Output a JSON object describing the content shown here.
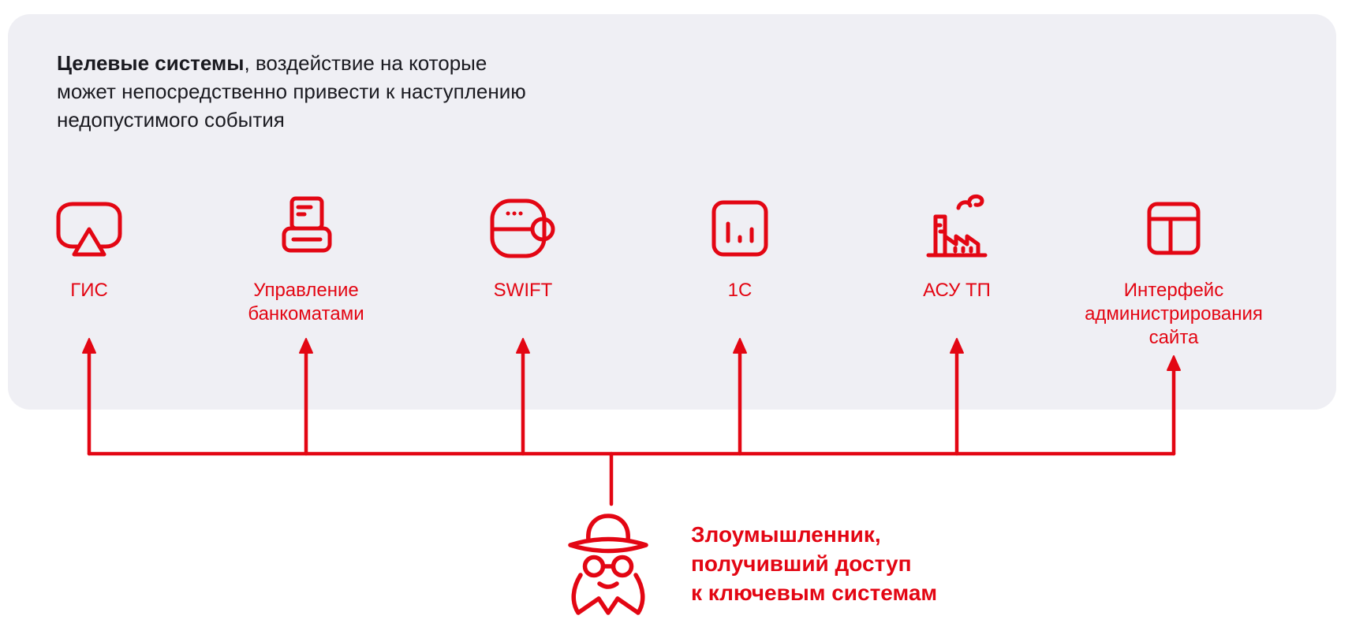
{
  "colors": {
    "accent": "#E30613",
    "panel_bg": "#EFEFF4",
    "title_text": "#1A1A20",
    "page_bg": "#FFFFFF"
  },
  "panel": {
    "title_bold": "Целевые системы",
    "title_rest": ", воздействие на которые\nможет непосредственно привести к наступлению\nнедопустимого события"
  },
  "systems": [
    {
      "label": "ГИС",
      "icon": "gis-screen-icon"
    },
    {
      "label": "Управление банкоматами",
      "icon": "atm-icon"
    },
    {
      "label": "SWIFT",
      "icon": "payment-terminal-icon"
    },
    {
      "label": "1С",
      "icon": "chart-app-icon"
    },
    {
      "label": "АСУ ТП",
      "icon": "factory-icon"
    },
    {
      "label": "Интерфейс администрирования сайта",
      "icon": "site-admin-icon"
    }
  ],
  "attacker": {
    "label": "Злоумышленник,\nполучивший доступ\nк ключевым системам",
    "icon": "spy-icon"
  }
}
